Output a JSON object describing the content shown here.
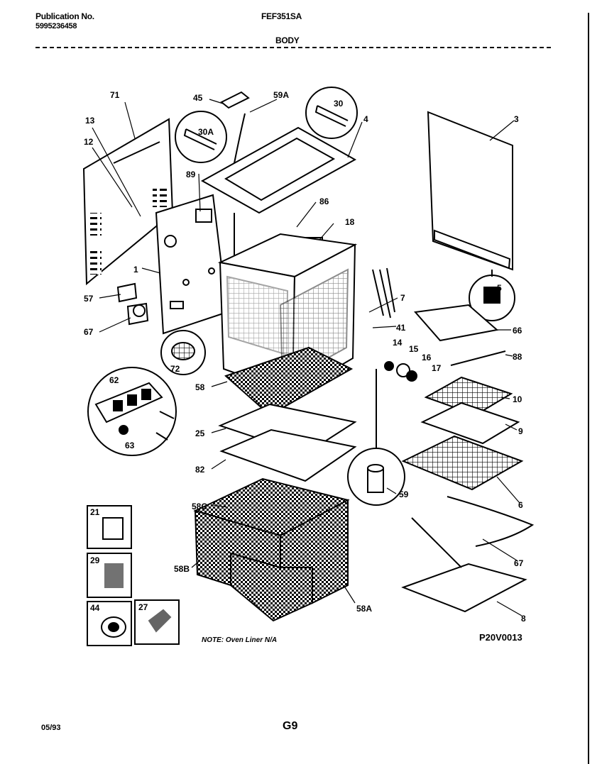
{
  "header": {
    "publication_label": "Publication No.",
    "publication_number": "5995236458",
    "model": "FEF351SA",
    "section": "BODY"
  },
  "callouts": {
    "c71": "71",
    "c13": "13",
    "c12": "12",
    "c1": "1",
    "c57": "57",
    "c67a": "67",
    "c72": "72",
    "c62": "62",
    "c63": "63",
    "c45": "45",
    "c59a_top": "59A",
    "c30": "30",
    "c30a": "30A",
    "c4": "4",
    "c89": "89",
    "c86": "86",
    "c18": "18",
    "c3": "3",
    "c5": "5",
    "c7": "7",
    "c41": "41",
    "c66": "66",
    "c88": "88",
    "c14": "14",
    "c15": "15",
    "c16": "16",
    "c17": "17",
    "c10": "10",
    "c9": "9",
    "c58": "58",
    "c25": "25",
    "c82": "82",
    "c59": "59",
    "c6": "6",
    "c58c": "58C",
    "c58b": "58B",
    "c58a": "58A",
    "c67b": "67",
    "c8": "8",
    "c21": "21",
    "c29": "29",
    "c44": "44",
    "c27": "27"
  },
  "note": "NOTE: Oven Liner N/A",
  "diagram_code": "P20V0013",
  "footer": {
    "date": "05/93",
    "page": "G9"
  }
}
